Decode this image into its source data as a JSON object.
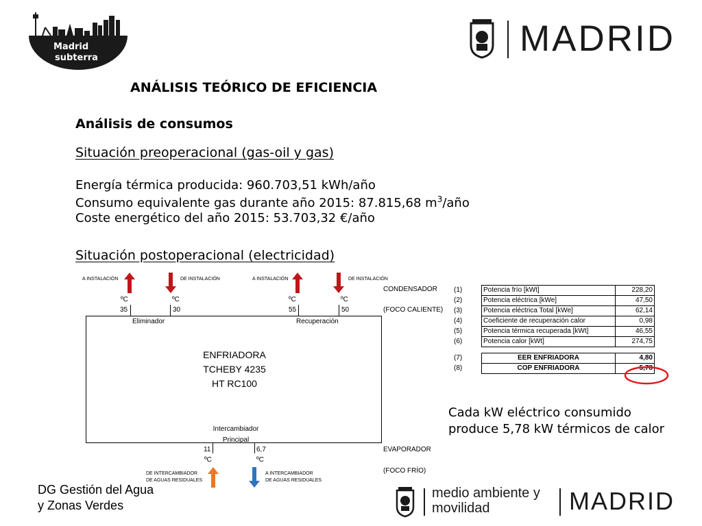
{
  "header": {
    "logo_text_1": "Madrid",
    "logo_text_2": "subterra",
    "brand": "MADRID"
  },
  "title": "ANÁLISIS TEÓRICO DE EFICIENCIA",
  "subtitle": "Análisis de consumos",
  "pre": {
    "heading": "Situación preoperacional (gas-oil y gas)",
    "line1": "Energía térmica producida: 960.703,51 kWh/año",
    "line2_a": "Consumo equivalente gas durante año 2015: 87.815,68 m",
    "line2_sup": "3",
    "line2_b": "/año",
    "line3": "Coste energético del año 2015: 53.703,32 €/año"
  },
  "post": {
    "heading": "Situación postoperacional (electricidad)"
  },
  "diagram": {
    "a_inst": "A INSTALACIÓN",
    "de_inst": "DE INSTALACIÓN",
    "deg": "ºC",
    "t_35": "35",
    "t_30": "30",
    "t_55": "55",
    "t_50": "50",
    "t_11": "11",
    "t_67": "6,7",
    "condensador": "CONDENSADOR",
    "foco_caliente": "(FOCO CALIENTE)",
    "eliminador": "Eliminador",
    "recuperacion": "Recuperación",
    "machine_1": "ENFRIADORA",
    "machine_2": "TCHEBY 4235",
    "machine_3": "HT RC100",
    "interc_1": "Intercambiador",
    "interc_2": "Principal",
    "evaporador": "EVAPORADOR",
    "foco_frio": "(FOCO FRÍO)",
    "de_interc_1": "DE INTERCAMBIADOR",
    "de_interc_2": "DE AGUAS RESIDUALES",
    "a_interc_1": "A INTERCAMBIADOR",
    "a_interc_2": "DE AGUAS RESIDUALES",
    "colors": {
      "red_arrow": "#c0161b",
      "orange_arrow": "#e9792a",
      "blue_arrow": "#2f74c0"
    }
  },
  "specs": [
    {
      "n": "(1)",
      "label": "Potencia frío [kWt]",
      "value": "228,20"
    },
    {
      "n": "(2)",
      "label": "Potencia eléctrica [kWe]",
      "value": "47,50"
    },
    {
      "n": "(3)",
      "label": "Potencia eléctrica Total [kWe]",
      "value": "62,14"
    },
    {
      "n": "(4)",
      "label": "Coeficiente de recuperación calor",
      "value": "0,98"
    },
    {
      "n": "(5)",
      "label": "Potencia térmica recuperada [kWt]",
      "value": "46,55"
    },
    {
      "n": "(6)",
      "label": "Potencia calor [kWt]",
      "value": "274,75"
    }
  ],
  "ratios": [
    {
      "n": "(7)",
      "label": "EER ENFRIADORA",
      "value": "4,80"
    },
    {
      "n": "(8)",
      "label": "COP ENFRIADORA",
      "value": "5,78"
    }
  ],
  "highlight_color": "#e0191e",
  "note_1": "Cada kW eléctrico consumido",
  "note_2": "produce 5,78 kW térmicos de calor",
  "footer": {
    "dg_1": "DG Gestión del Agua",
    "dg_2": "y Zonas Verdes",
    "dept_1": "medio ambiente y",
    "dept_2": "movilidad",
    "brand": "MADRID"
  }
}
